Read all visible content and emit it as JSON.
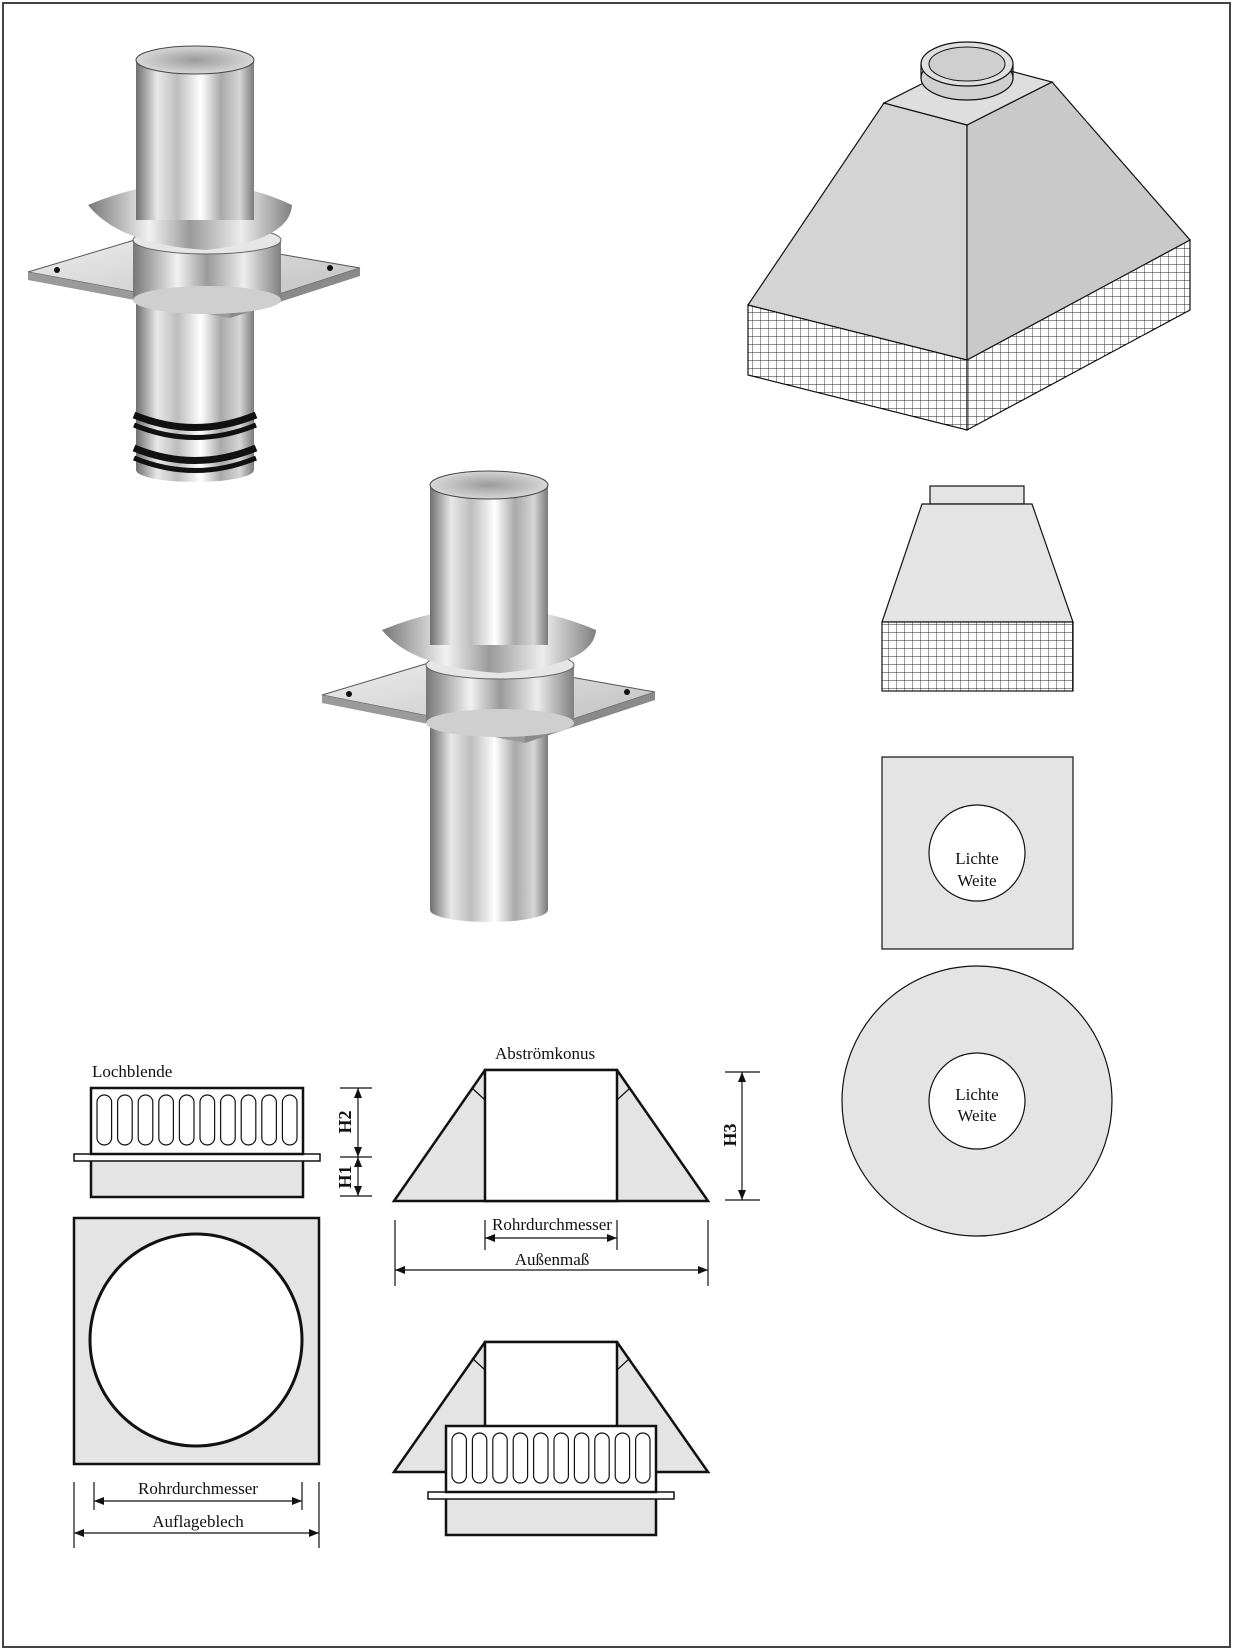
{
  "labels": {
    "lochblende": "Lochblende",
    "abstroemkonus": "Abströmkonus",
    "h1": "H1",
    "h2": "H2",
    "h3": "H3",
    "rohrdurchmesser_konus": "Rohrdurchmesser",
    "aussenmass": "Außenmaß",
    "rohrdurchmesser_blech": "Rohrdurchmesser",
    "auflageblech": "Auflageblech",
    "lichte": "Lichte",
    "weite": "Weite"
  },
  "colors": {
    "fill_light": "#e4e4e4",
    "hood_top": "#d9d9d9",
    "hood_face": "#cfcfcf",
    "stroke": "#111111"
  }
}
